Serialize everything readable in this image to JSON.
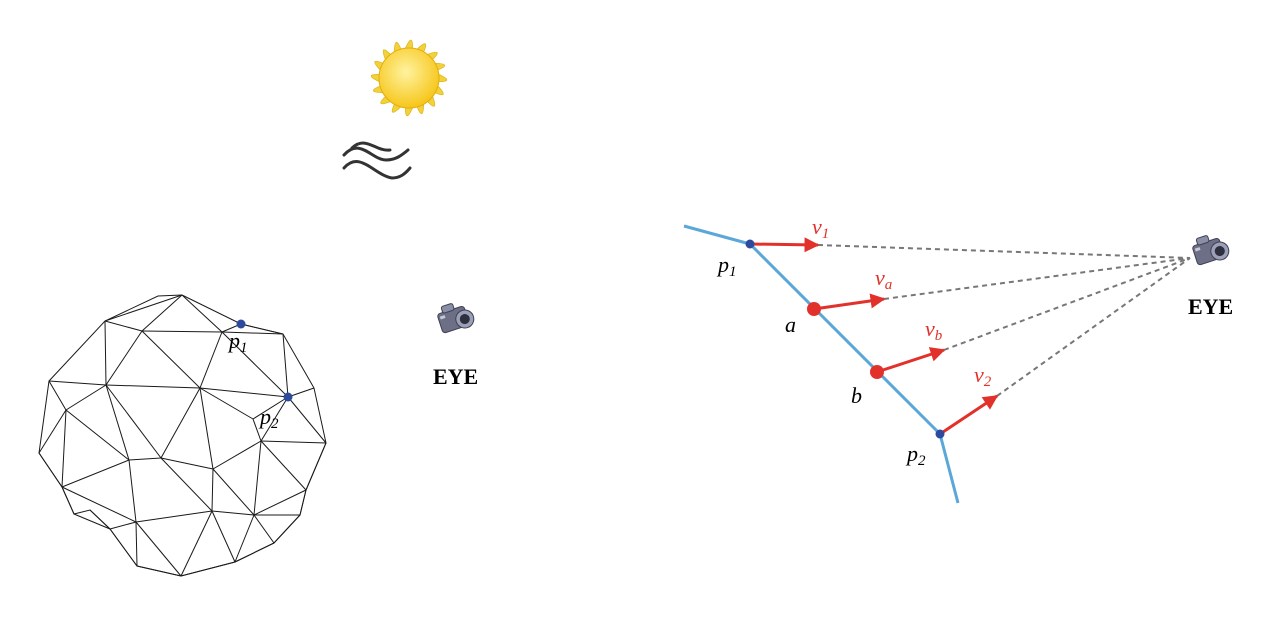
{
  "colors": {
    "mesh": "#1a1a1a",
    "vertex": "#2e4a9e",
    "edge": "#5aa7d8",
    "vector": "#e2312b",
    "sight_line": "#777777",
    "sun_core": "#f6c61a",
    "sun_rays": "#f2d23c",
    "camera": "#6c6f86"
  },
  "icons": {
    "sun": "sun-icon",
    "light_waves": "wave-icon",
    "camera": "camera-icon"
  },
  "left_scene": {
    "p1": {
      "base": "p",
      "sub": "1"
    },
    "p2": {
      "base": "p",
      "sub": "2"
    },
    "eye": "EYE"
  },
  "right_scene": {
    "p1": {
      "base": "p",
      "sub": "1"
    },
    "p2": {
      "base": "p",
      "sub": "2"
    },
    "a": "a",
    "b": "b",
    "v1": {
      "base": "v",
      "sub": "1"
    },
    "va": {
      "base": "v",
      "sub": "a"
    },
    "vb": {
      "base": "v",
      "sub": "b"
    },
    "v2": {
      "base": "v",
      "sub": "2"
    },
    "eye": "EYE"
  }
}
